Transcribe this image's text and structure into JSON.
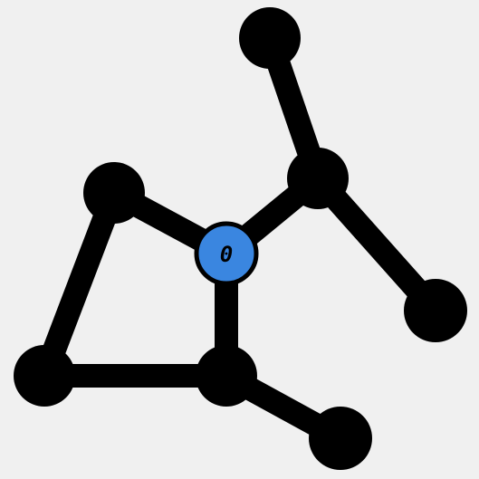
{
  "graph": {
    "background_color": "#f0f0f0",
    "edge_color": "#000000",
    "node_color": "#000000",
    "highlight_color": "#3a86e0",
    "nodes": [
      {
        "id": "n0",
        "label": "0",
        "highlighted": true
      },
      {
        "id": "n1",
        "label": "",
        "highlighted": false
      },
      {
        "id": "n2",
        "label": "",
        "highlighted": false
      },
      {
        "id": "n3",
        "label": "",
        "highlighted": false
      },
      {
        "id": "n4",
        "label": "",
        "highlighted": false
      },
      {
        "id": "n5",
        "label": "",
        "highlighted": false
      },
      {
        "id": "n6",
        "label": "",
        "highlighted": false
      },
      {
        "id": "n7",
        "label": "",
        "highlighted": false
      },
      {
        "id": "n8",
        "label": "",
        "highlighted": false
      }
    ],
    "edges": [
      [
        "n0",
        "n1"
      ],
      [
        "n0",
        "n4"
      ],
      [
        "n0",
        "n5"
      ],
      [
        "n1",
        "n2"
      ],
      [
        "n1",
        "n3"
      ],
      [
        "n4",
        "n7"
      ],
      [
        "n5",
        "n6"
      ],
      [
        "n5",
        "n8"
      ],
      [
        "n6",
        "n7"
      ]
    ]
  }
}
